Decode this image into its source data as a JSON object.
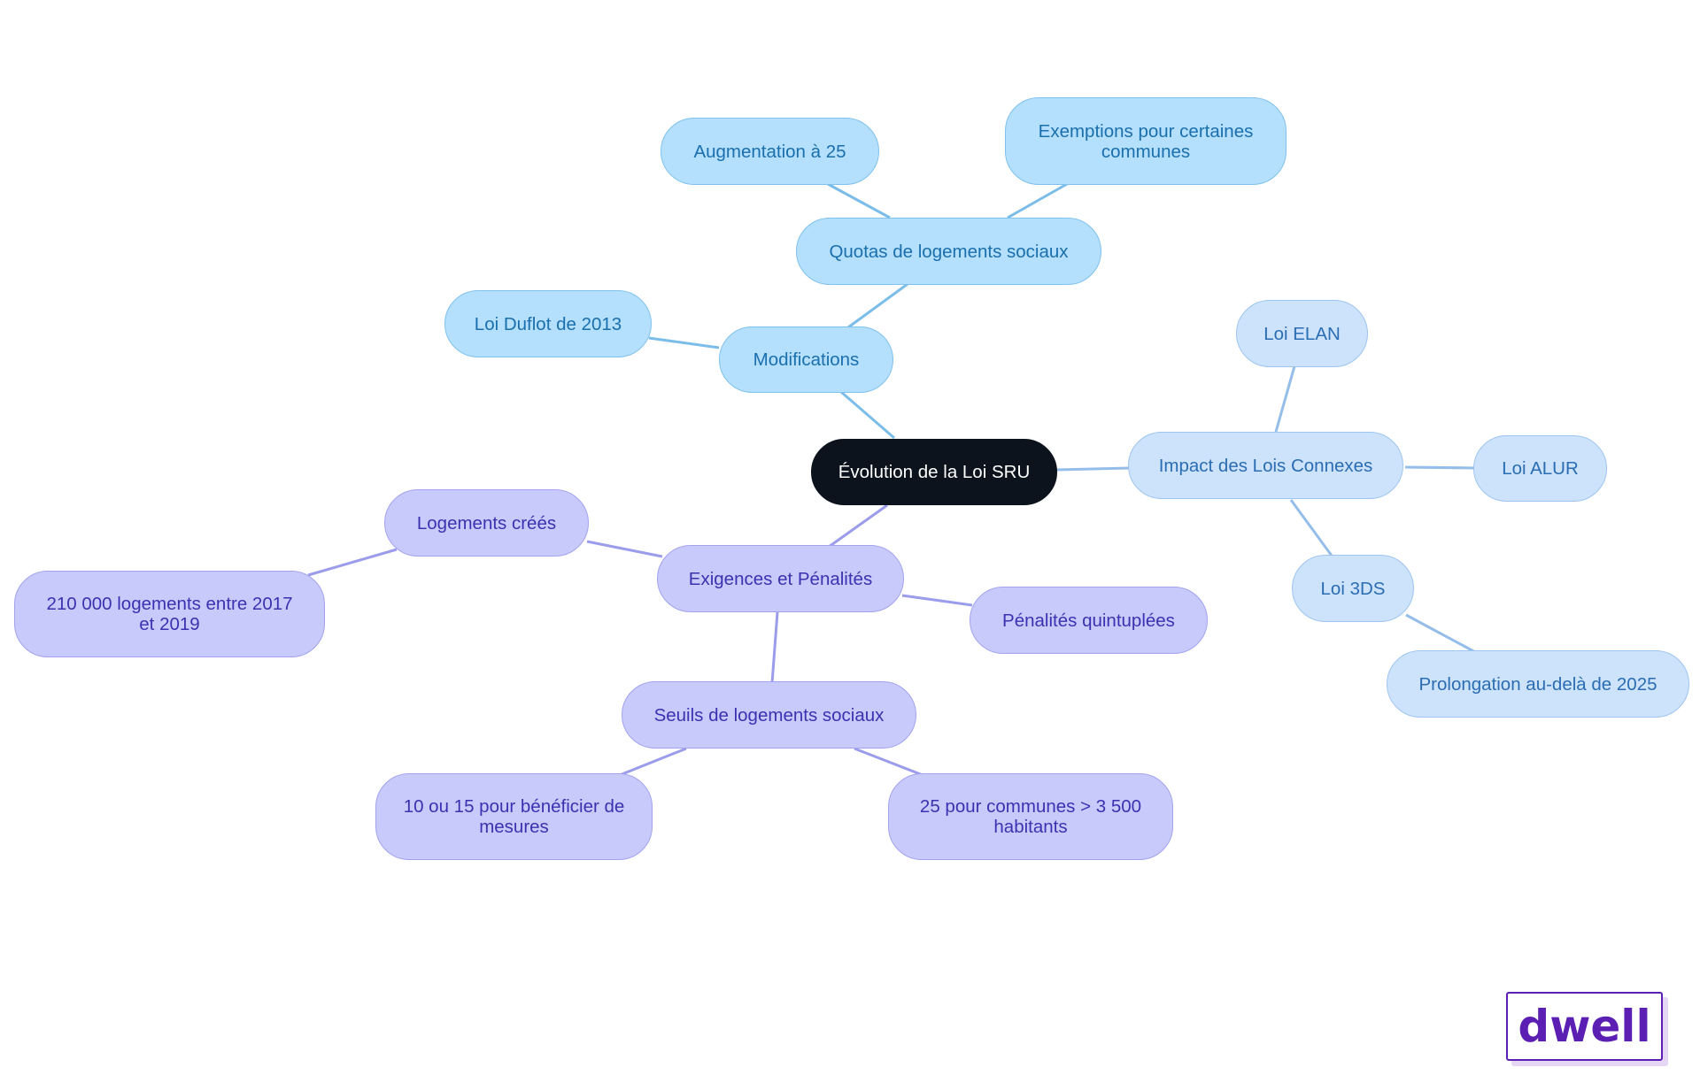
{
  "mindmap": {
    "root": {
      "id": "root",
      "label": "Évolution de la Loi SRU"
    },
    "nodes": [
      {
        "id": "modifications",
        "label": "Modifications",
        "parent": "root",
        "color": "blue"
      },
      {
        "id": "quotas",
        "label": "Quotas de logements sociaux",
        "parent": "modifications",
        "color": "blue"
      },
      {
        "id": "augmentation",
        "label": "Augmentation à 25",
        "parent": "quotas",
        "color": "blue"
      },
      {
        "id": "exemptions",
        "label": "Exemptions pour certaines\ncommunes",
        "parent": "quotas",
        "color": "blue"
      },
      {
        "id": "duflot",
        "label": "Loi Duflot de 2013",
        "parent": "modifications",
        "color": "blue"
      },
      {
        "id": "impact",
        "label": "Impact des Lois Connexes",
        "parent": "root",
        "color": "lightblue"
      },
      {
        "id": "elan",
        "label": "Loi ELAN",
        "parent": "impact",
        "color": "lightblue"
      },
      {
        "id": "alur",
        "label": "Loi ALUR",
        "parent": "impact",
        "color": "lightblue"
      },
      {
        "id": "3ds",
        "label": "Loi 3DS",
        "parent": "impact",
        "color": "lightblue"
      },
      {
        "id": "prolongation",
        "label": "Prolongation au-delà de 2025",
        "parent": "3ds",
        "color": "lightblue"
      },
      {
        "id": "exigences",
        "label": "Exigences et Pénalités",
        "parent": "root",
        "color": "purple"
      },
      {
        "id": "logements",
        "label": "Logements créés",
        "parent": "exigences",
        "color": "purple"
      },
      {
        "id": "210000",
        "label": "210 000 logements entre 2017\net 2019",
        "parent": "logements",
        "color": "purple"
      },
      {
        "id": "penalites",
        "label": "Pénalités quintuplées",
        "parent": "exigences",
        "color": "purple"
      },
      {
        "id": "seuils",
        "label": "Seuils de logements sociaux",
        "parent": "exigences",
        "color": "purple"
      },
      {
        "id": "seuil10",
        "label": "10 ou 15 pour bénéficier de\nmesures",
        "parent": "seuils",
        "color": "purple"
      },
      {
        "id": "seuil25",
        "label": "25 pour communes > 3 500\nhabitants",
        "parent": "seuils",
        "color": "purple"
      }
    ]
  },
  "colors": {
    "root_fill": "#0c131c",
    "blue_fill": "#b4dffd",
    "blue_edge": "#7bbde9",
    "lightblue_fill": "#cde2fb",
    "lightblue_edge": "#94bdea",
    "purple_fill": "#c9cafc",
    "purple_edge": "#9b9ceb",
    "logo_color": "#5b1fb3"
  },
  "logo": {
    "text": "dwell"
  }
}
